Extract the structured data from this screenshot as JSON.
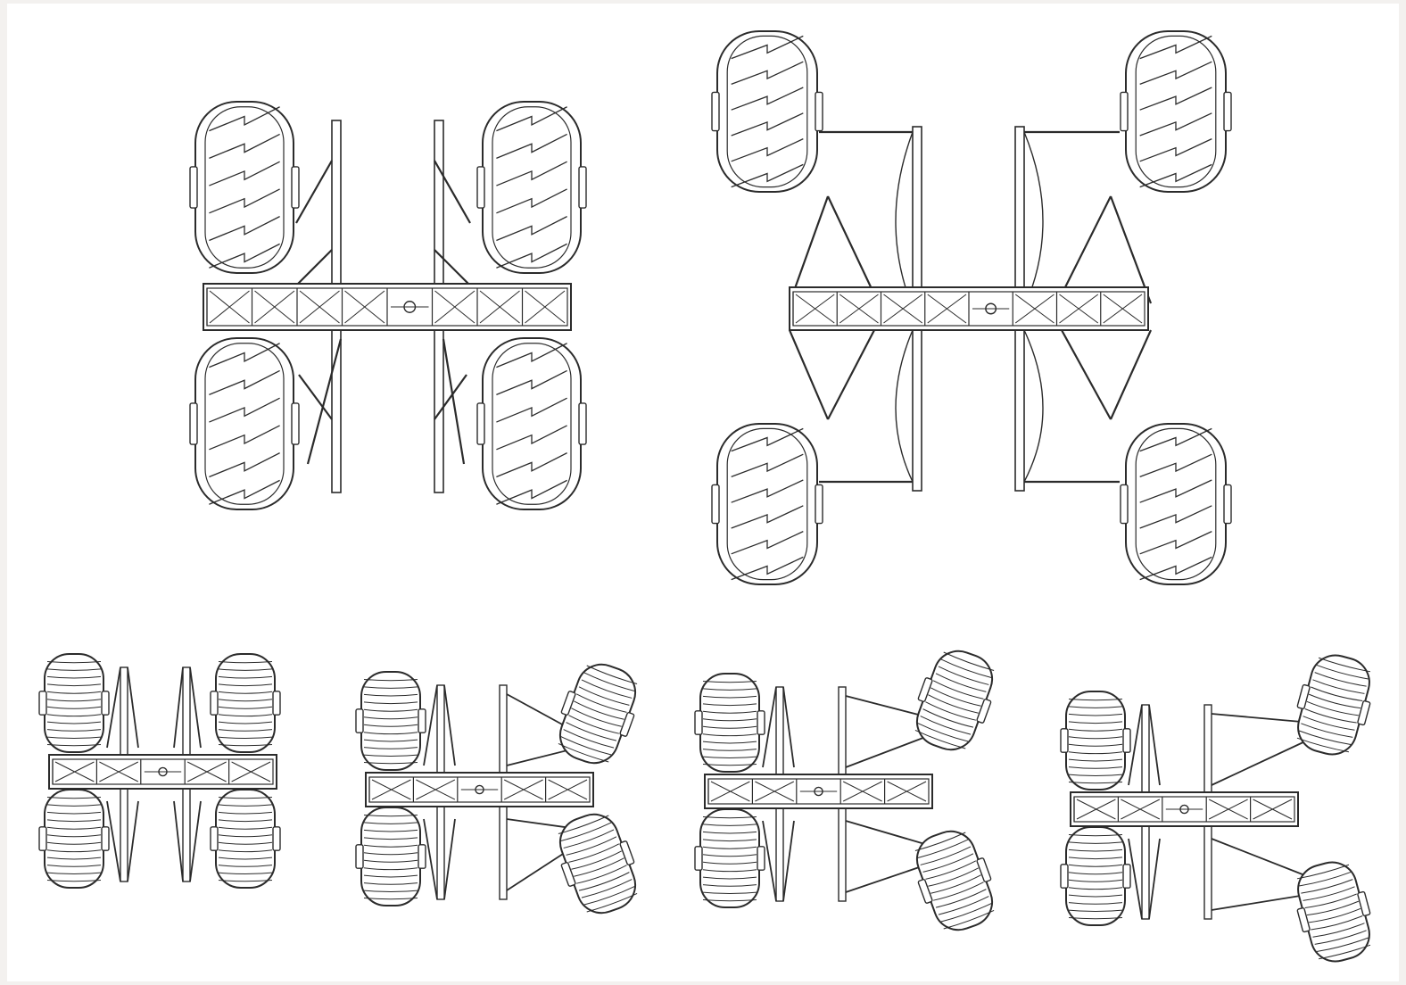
{
  "figure": {
    "stroke_color": "#2b2b2b",
    "fill_color": "#ffffff",
    "background_color": "#f3f1ef",
    "panels": [
      {
        "name": "panel-large-narrow-stance",
        "wheel": "lugged-tire",
        "track": "narrow",
        "splay": 0
      },
      {
        "name": "panel-large-wide-stance",
        "wheel": "lugged-tire",
        "track": "wide",
        "splay": 0
      },
      {
        "name": "panel-small-stance-1",
        "wheel": "ribbed-tire",
        "track": "narrow",
        "splay": 0
      },
      {
        "name": "panel-small-stance-2",
        "wheel": "ribbed-tire",
        "track": "narrow",
        "splay": 1
      },
      {
        "name": "panel-small-stance-3",
        "wheel": "ribbed-tire",
        "track": "narrow",
        "splay": 2
      },
      {
        "name": "panel-small-stance-4",
        "wheel": "ribbed-tire",
        "track": "narrow",
        "splay": 3
      }
    ]
  }
}
